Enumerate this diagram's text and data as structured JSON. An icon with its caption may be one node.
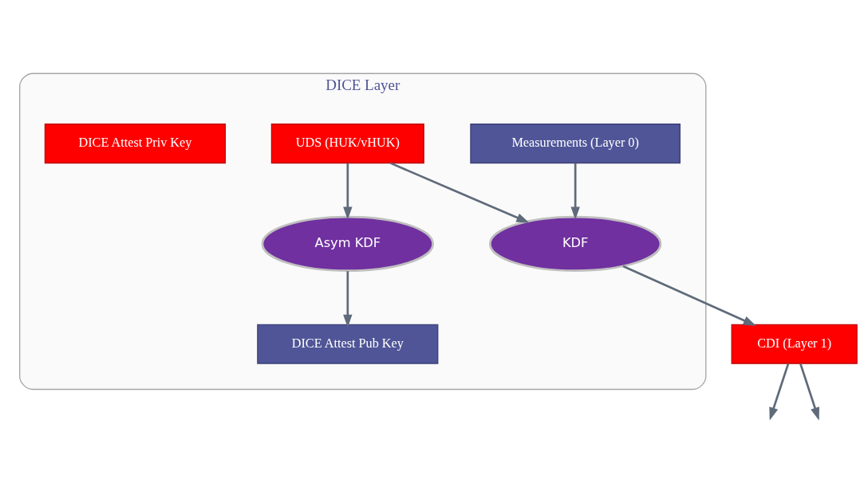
{
  "diagram": {
    "nodes": [
      {
        "text": [
          "DICE Layer"
        ]
      },
      {
        "text": [
          "UDS (HUK/vHUK)"
        ],
        "in": 0
      },
      {
        "text": [
          "Measurements (Layer 0)"
        ],
        "in": 0
      },
      {
        "text": [
          "Asym KDF"
        ],
        "in": 0
      },
      {
        "text": [
          "KDF"
        ],
        "in": 0
      },
      {
        "text": [
          "DICE Attest Pub Key"
        ],
        "in": 0
      },
      {
        "text": [
          "DICE Attest Priv Key"
        ],
        "in": 0
      },
      {
        "text": [
          "CDI (Layer 1)"
        ]
      }
    ],
    "edges": [
      {
        "from": 1,
        "to": 3,
        "arrow": "to"
      },
      {
        "from": 1,
        "to": 4,
        "arrow": "to"
      },
      {
        "from": 2,
        "to": 4,
        "arrow": "to"
      },
      {
        "from": 3,
        "to": 5,
        "arrow": "to"
      },
      {
        "from": 4,
        "to": 7,
        "arrow": "to"
      },
      {
        "from": 7,
        "to": null,
        "arrow": "to"
      },
      {
        "from": 7,
        "to": null,
        "arrow": "to"
      }
    ]
  }
}
